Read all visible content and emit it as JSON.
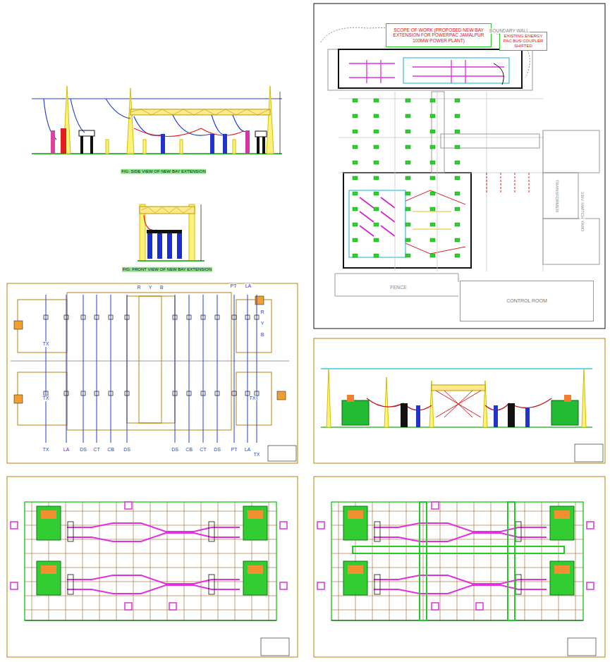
{
  "diagram": {
    "nodes": [
      {
        "text": [
          "SCOPE OF WORK (PROPOSED NEW BAY EXTENSION FOR POWERPAC JAMALPUR 100MW POWER PLANT)"
        ]
      },
      {
        "text": [
          "EXISTING ENERGY PAC BUS COUPLER SHIFTED"
        ]
      },
      {
        "text": [
          "CONTROL ROOM"
        ]
      }
    ],
    "labels": [
      "FIG: SIDE VIEW OF NEW BAY EXTENSION",
      "FIG: FRONT VIEW OF NEW BAY EXTENSION",
      "BOUNDARY WALL",
      "FENCE",
      "TRANSFORMER",
      "33kV SWITCH YARD",
      "R",
      "Y",
      "B",
      "PT",
      "LA",
      "R",
      "Y",
      "B",
      "TX",
      "TX",
      "TX",
      "TX",
      "LA",
      "DS",
      "CT",
      "CB",
      "DS",
      "DS",
      "CB",
      "CT",
      "DS",
      "PT",
      "LA",
      "TX"
    ]
  }
}
